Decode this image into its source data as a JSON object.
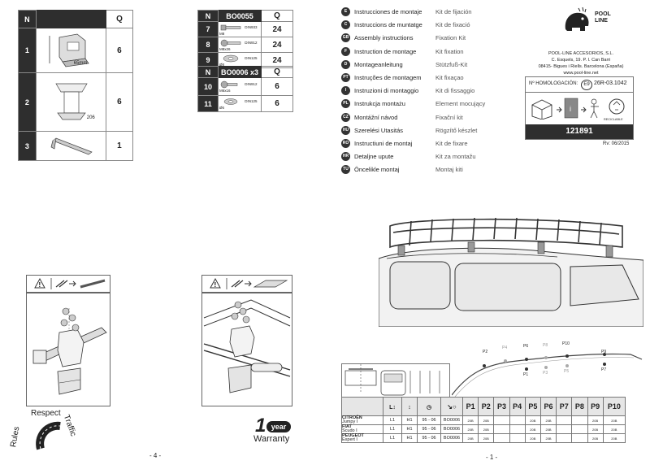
{
  "parts_table": {
    "header": {
      "n": "N",
      "q": "Q"
    },
    "rows": [
      {
        "n": "1",
        "label": "65mm",
        "q": "6"
      },
      {
        "n": "2",
        "label": "206",
        "q": "6"
      },
      {
        "n": "3",
        "label": "",
        "q": "1"
      }
    ]
  },
  "kit_b1": {
    "code": "BO0055",
    "q": "Q",
    "rows": [
      {
        "n": "7",
        "spec": "DIN933 M8",
        "q": "24"
      },
      {
        "n": "8",
        "spec": "DIN912 M8x26",
        "q": "24"
      },
      {
        "n": "9",
        "spec": "DIN125 Ø8",
        "q": "24"
      }
    ]
  },
  "kit_b2": {
    "code": "BO0006 x3",
    "q": "Q",
    "rows": [
      {
        "n": "10",
        "spec": "DIN912 M6x16",
        "q": "6"
      },
      {
        "n": "11",
        "spec": "DIN125 Ø6",
        "q": "6"
      }
    ]
  },
  "languages": [
    {
      "code": "E",
      "title": "Instrucciones de montaje",
      "kit": "Kit de fijación"
    },
    {
      "code": "C",
      "title": "Instruccions de muntatge",
      "kit": "Kit de fixació"
    },
    {
      "code": "GB",
      "title": "Assembly instructions",
      "kit": "Fixation Kit"
    },
    {
      "code": "F",
      "title": "Instruction de montage",
      "kit": "Kit fixation"
    },
    {
      "code": "D",
      "title": "Montageanleitung",
      "kit": "Stützfuß-Kit"
    },
    {
      "code": "PT",
      "title": "Instruções de montagem",
      "kit": "Kit fixaçao"
    },
    {
      "code": "I",
      "title": "Instruzioni di montaggio",
      "kit": "Kit di fissaggio"
    },
    {
      "code": "PL",
      "title": "Instrukcja montażu",
      "kit": "Element mocujący"
    },
    {
      "code": "CZ",
      "title": "Montážní návod",
      "kit": "Fixační kit"
    },
    {
      "code": "HU",
      "title": "Szerelési Utasitás",
      "kit": "Rögzítő készlet"
    },
    {
      "code": "RO",
      "title": "Instructiuni de montaj",
      "kit": "Kit de fixare"
    },
    {
      "code": "HR",
      "title": "Detaljne upute",
      "kit": "Kit za montažu"
    },
    {
      "code": "TU",
      "title": "Öncelikle montaj",
      "kit": "Montaj kiti"
    }
  ],
  "company": {
    "logo_line1": "POOL",
    "logo_line2": "LINE",
    "name": "POOL-LINE ACCESORIOS, S.L.",
    "address1": "C. Esquels, 19. P. I. Can Barri",
    "address2": "08415- Bigues i Riells. Barcelona (España)",
    "web": "www.pool-line.net",
    "homologation_label": "Nº HOMOLOGACIÓN:",
    "homologation_mark": "E9",
    "homologation_no": "26R-03.1042",
    "recycle_label": "RECICLABLE",
    "product_code": "121891",
    "revision": "Rv: 06/2015"
  },
  "logos": {
    "respect": "Respect",
    "rules": "Rules",
    "traffic": "Traffic",
    "warranty_num": "1",
    "warranty_year": "year",
    "warranty": "Warranty"
  },
  "page_numbers": {
    "left": "- 4 -",
    "right": "- 1 -"
  },
  "points": [
    "P2",
    "P4",
    "P6",
    "P8",
    "P10",
    "P9",
    "P1",
    "P3",
    "P5",
    "P7"
  ],
  "application": {
    "headers": [
      "P1",
      "P2",
      "P3",
      "P4",
      "P5",
      "P6",
      "P7",
      "P8",
      "P9",
      "P10"
    ],
    "rows": [
      {
        "make": "CITROËN",
        "model": "Jumpy I",
        "l": "L1",
        "h": "H1",
        "years": "95 - 06",
        "kit": "BO0006",
        "vals": [
          "20B",
          "20B",
          "",
          "",
          "20B",
          "20B",
          "",
          "",
          "20B",
          "20B"
        ]
      },
      {
        "make": "FIAT",
        "model": "Scudo I",
        "l": "L1",
        "h": "H1",
        "years": "95 - 06",
        "kit": "BO0006",
        "vals": [
          "20B",
          "20B",
          "",
          "",
          "20B",
          "20B",
          "",
          "",
          "20B",
          "20B"
        ]
      },
      {
        "make": "PEUGEOT",
        "model": "Expert I",
        "l": "L1",
        "h": "H1",
        "years": "95 - 06",
        "kit": "BO0006",
        "vals": [
          "20B",
          "20B",
          "",
          "",
          "20B",
          "20B",
          "",
          "",
          "20B",
          "20B"
        ]
      }
    ]
  }
}
